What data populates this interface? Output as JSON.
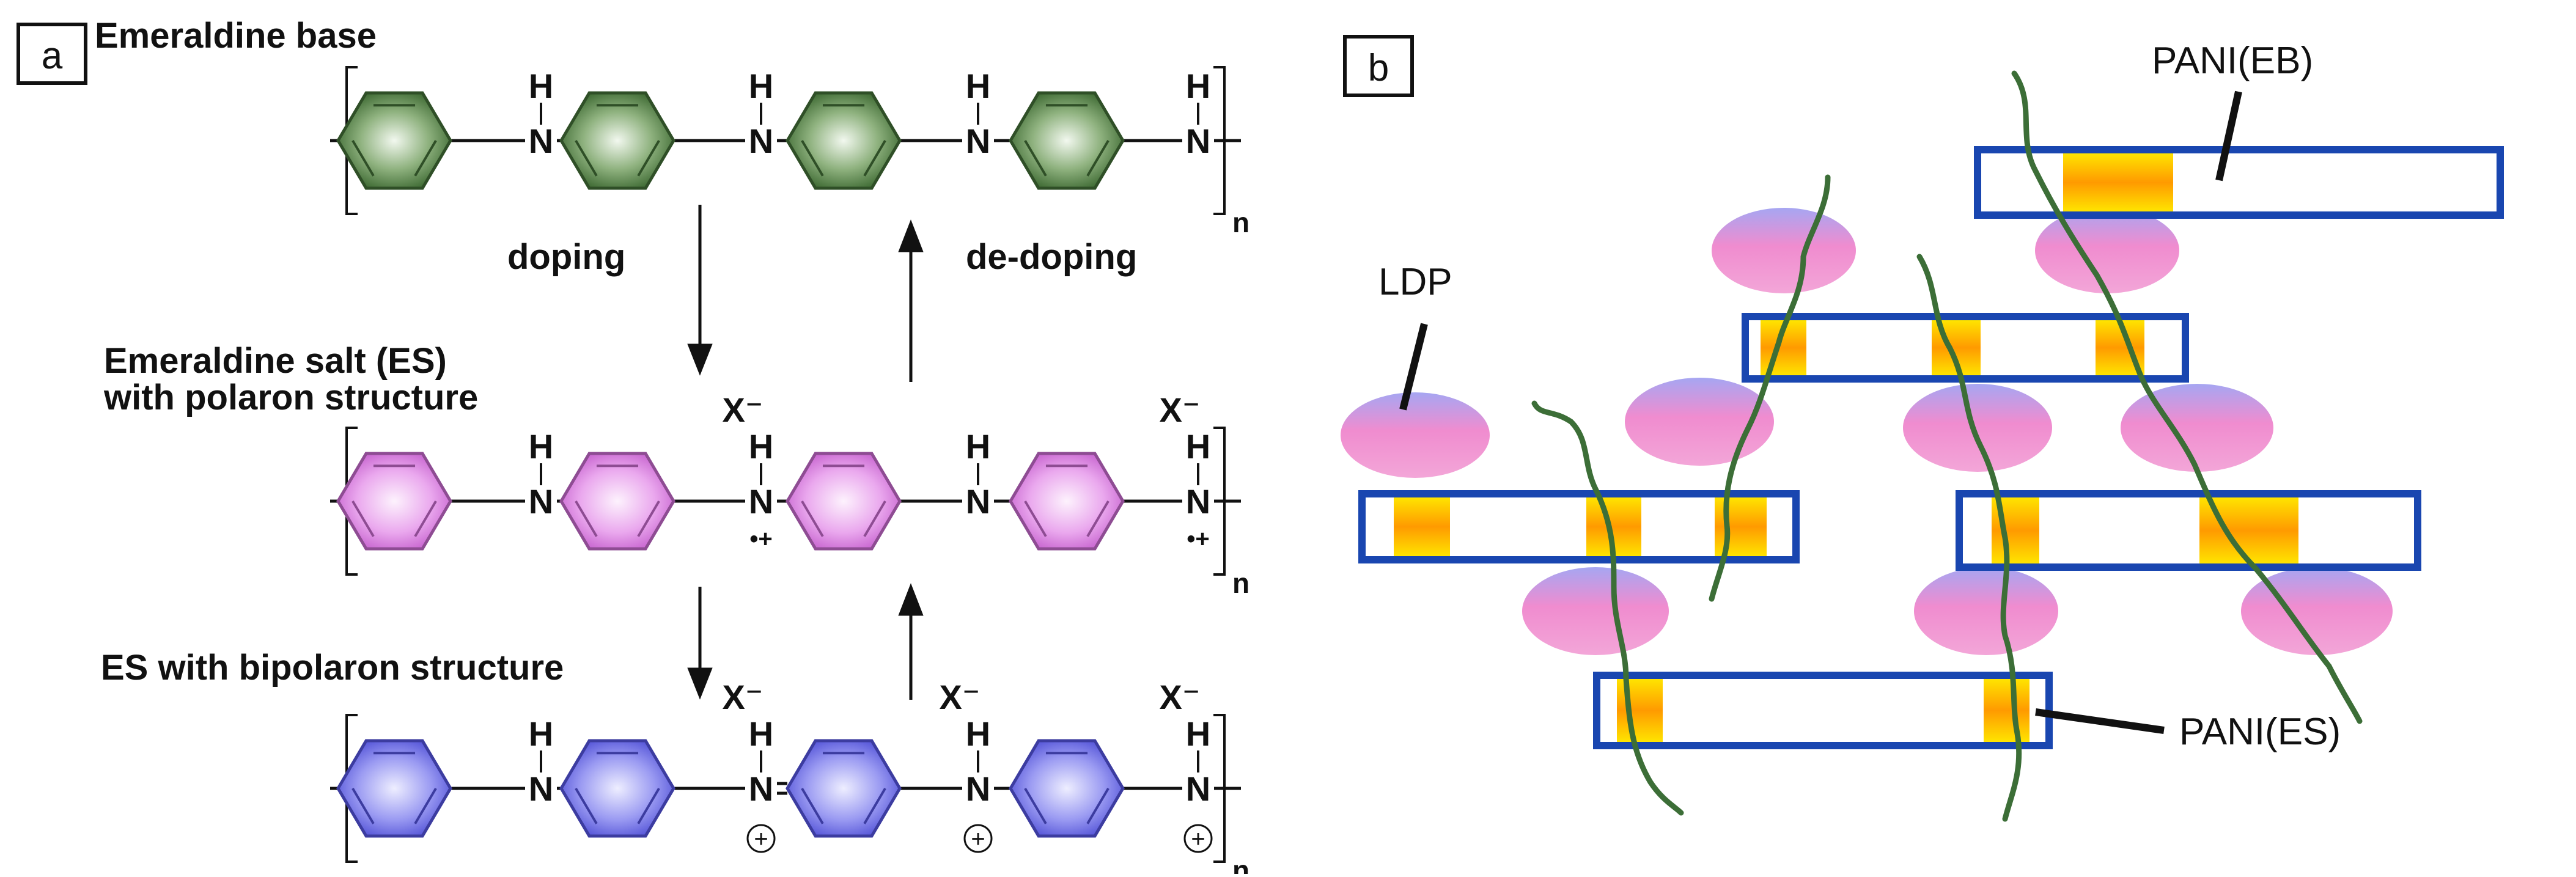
{
  "panel_a": {
    "panel_label": "a",
    "eb_title": "Emeraldine base",
    "es_title_line1": "Emeraldine salt (ES)",
    "es_title_line2": "with polaron structure",
    "bipolaron_title": "ES with bipolaron structure",
    "doping_label": "doping",
    "dedoping_label": "de-doping",
    "atom_h": "H",
    "atom_n": "N",
    "counter_ion": "X⁻",
    "radical_cation": "•+",
    "positive_charge": "+",
    "subscript_n": "n",
    "colors": {
      "eb_ring": "#4a7a3f",
      "es_ring": "#d98ae0",
      "bipolaron_ring": "#7a7ae8"
    }
  },
  "panel_b": {
    "panel_label": "b",
    "label_pani_eb": "PANI(EB)",
    "label_ldp": "LDP",
    "label_pani_es": "PANI(ES)",
    "colors": {
      "rod_border": "#1946b0",
      "segment": "#f6b400",
      "ldp": "#f08ccf",
      "chain": "#3c6e37"
    }
  }
}
